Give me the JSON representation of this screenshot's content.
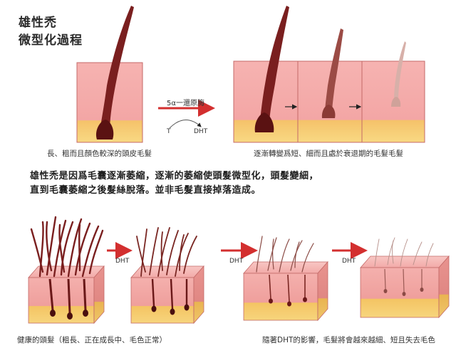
{
  "title": {
    "line1": "雄性禿",
    "line2": "微型化過程"
  },
  "top_section": {
    "conversion_enzyme": "5α一還原脢",
    "substrate": "T",
    "product": "DHT",
    "left_caption": "長、粗而且顏色較深的頭皮毛髮",
    "right_caption": "逐漸轉變爲短、細而且處於衰退期的毛髮毛髮"
  },
  "description": {
    "line1": "雄性禿是因爲毛囊逐漸萎縮，逐漸的萎縮使頭髮微型化，頭髮變細，",
    "line2": "直到毛囊萎縮之後髮絲脫落。並非毛髮直接掉落造成。"
  },
  "bottom_section": {
    "arrow_labels": [
      "DHT",
      "DHT",
      "DHT"
    ],
    "left_caption": "健康的頭髮（粗長、正在成長中、毛色正常）",
    "right_caption": "隨著DHT的影響，毛髮將會越來越細、短且失去毛色"
  },
  "colors": {
    "skin_pink": "#f4a9a8",
    "skin_outline": "#c85b5b",
    "fat_yellow": "#f3c766",
    "hair_dark": "#6b1c1c",
    "arrow_red": "#d32f2f"
  }
}
